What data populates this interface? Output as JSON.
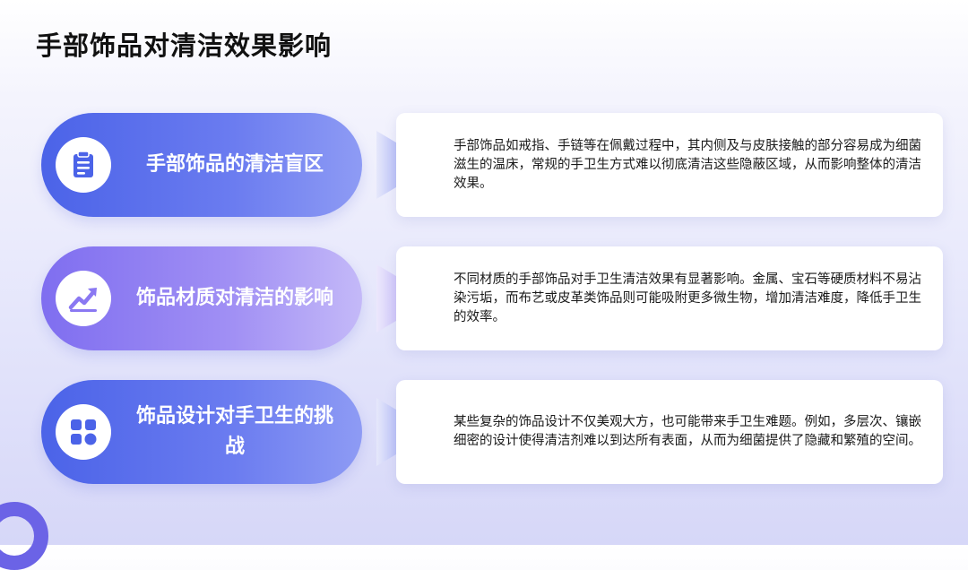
{
  "page": {
    "title": "手部饰品对清洁效果影响"
  },
  "items": [
    {
      "label": "手部饰品的清洁盲区",
      "icon": "clipboard-icon",
      "color": "#4b63e8",
      "description": "手部饰品如戒指、手链等在佩戴过程中，其内侧及与皮肤接触的部分容易成为细菌滋生的温床，常规的手卫生方式难以彻底清洁这些隐蔽区域，从而影响整体的清洁效果。"
    },
    {
      "label": "饰品材质对清洁的影响",
      "icon": "trending-up-icon",
      "color": "#8a78f2",
      "description": "不同材质的手部饰品对手卫生清洁效果有显著影响。金属、宝石等硬质材料不易沾染污垢，而布艺或皮革类饰品则可能吸附更多微生物，增加清洁难度，降低手卫生的效率。"
    },
    {
      "label": "饰品设计对手卫生的挑战",
      "icon": "grid-icon",
      "color": "#4b63e8",
      "description": "某些复杂的饰品设计不仅美观大方，也可能带来手卫生难题。例如，多层次、镶嵌细密的设计使得清洁剂难以到达所有表面，从而为细菌提供了隐藏和繁殖的空间。"
    }
  ]
}
